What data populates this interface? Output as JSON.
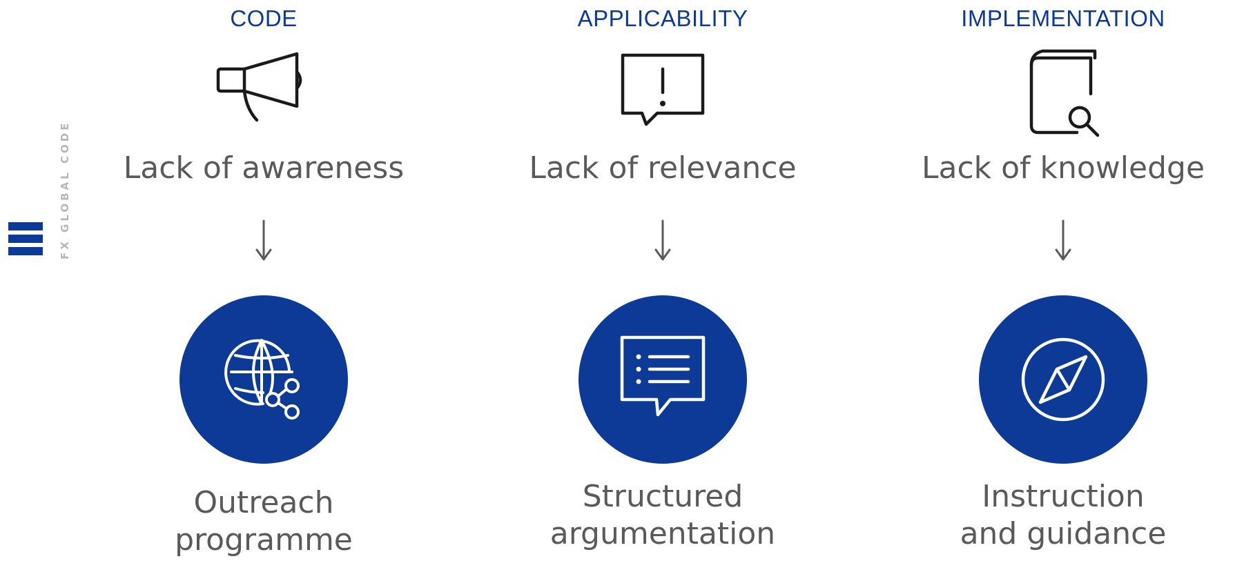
{
  "sidebar": {
    "brand_text": "FX GLOBAL CODE"
  },
  "columns": [
    {
      "heading": "CODE",
      "icon": "megaphone-icon",
      "problem": "Lack of awareness",
      "solution_icon": "globe-share-icon",
      "solution_line1": "Outreach",
      "solution_line2": "programme"
    },
    {
      "heading": "APPLICABILITY",
      "icon": "alert-speech-bubble-icon",
      "problem": "Lack of relevance",
      "solution_icon": "list-speech-bubble-icon",
      "solution_line1": "Structured",
      "solution_line2": "argumentation"
    },
    {
      "heading": "IMPLEMENTATION",
      "icon": "book-search-icon",
      "problem": "Lack of knowledge",
      "solution_icon": "compass-icon",
      "solution_line1": "Instruction",
      "solution_line2": "and guidance"
    }
  ],
  "colors": {
    "brand_blue": "#0d3a96",
    "text_gray": "#5a5a5a",
    "sidebar_gray": "#b7b7b7"
  }
}
